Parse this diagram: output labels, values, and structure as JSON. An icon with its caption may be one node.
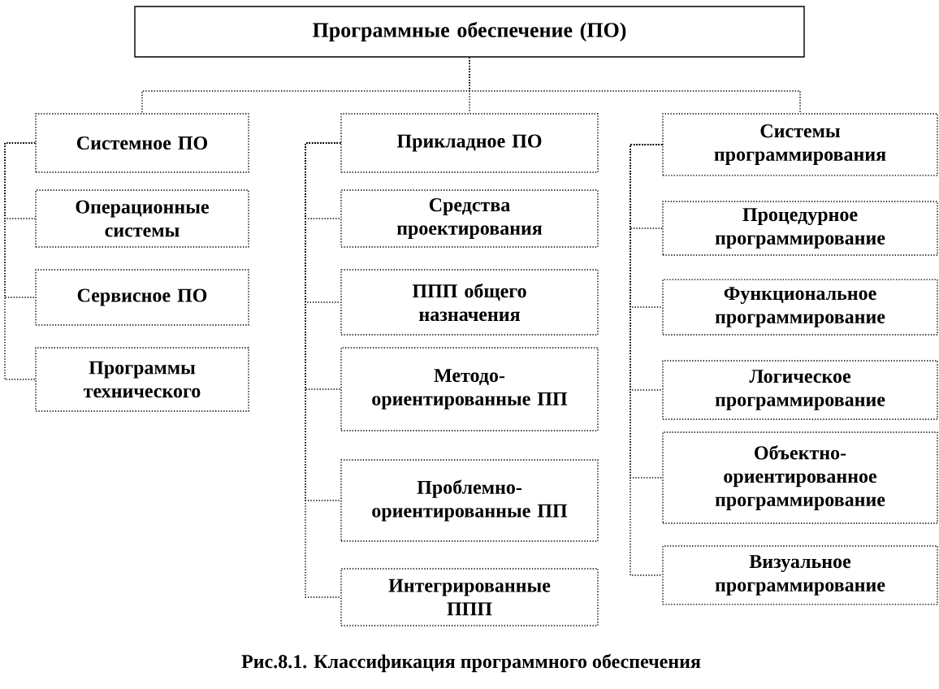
{
  "diagram": {
    "caption": "Рис.8.1. Классификация программного обеспечения",
    "nodes": [
      {
        "text": [
          "Программные обеспечение (ПО)"
        ]
      },
      {
        "text": [
          "Системное ПО"
        ]
      },
      {
        "text": [
          "Прикладное ПО"
        ]
      },
      {
        "text": [
          "Системы программирования"
        ]
      },
      {
        "text": [
          "Операционные системы"
        ]
      },
      {
        "text": [
          "Сервисное ПО"
        ]
      },
      {
        "text": [
          "Программы технического"
        ]
      },
      {
        "text": [
          "Средства проектирования"
        ]
      },
      {
        "text": [
          "ППП общего назначения"
        ]
      },
      {
        "text": [
          "Методо- ориентированные ПП"
        ]
      },
      {
        "text": [
          "Проблемно- ориентированные ПП"
        ]
      },
      {
        "text": [
          "Интегрированные ППП"
        ]
      },
      {
        "text": [
          "Процедурное программирование"
        ]
      },
      {
        "text": [
          "Функциональное программирование"
        ]
      },
      {
        "text": [
          "Логическое программирование"
        ]
      },
      {
        "text": [
          "Объектно- ориентированное программирование"
        ]
      },
      {
        "text": [
          "Визуальное программирование"
        ]
      }
    ],
    "edges": [
      {
        "from": 0,
        "to": 1,
        "arrow": "none"
      },
      {
        "from": 0,
        "to": 2,
        "arrow": "none"
      },
      {
        "from": 0,
        "to": 3,
        "arrow": "none"
      },
      {
        "from": 1,
        "to": 4,
        "arrow": "none"
      },
      {
        "from": 1,
        "to": 5,
        "arrow": "none"
      },
      {
        "from": 1,
        "to": 6,
        "arrow": "none"
      },
      {
        "from": 2,
        "to": 7,
        "arrow": "none"
      },
      {
        "from": 2,
        "to": 8,
        "arrow": "none"
      },
      {
        "from": 2,
        "to": 9,
        "arrow": "none"
      },
      {
        "from": 2,
        "to": 10,
        "arrow": "none"
      },
      {
        "from": 2,
        "to": 11,
        "arrow": "none"
      },
      {
        "from": 3,
        "to": 12,
        "arrow": "none"
      },
      {
        "from": 3,
        "to": 13,
        "arrow": "none"
      },
      {
        "from": 3,
        "to": 14,
        "arrow": "none"
      },
      {
        "from": 3,
        "to": 15,
        "arrow": "none"
      },
      {
        "from": 3,
        "to": 16,
        "arrow": "none"
      }
    ]
  }
}
